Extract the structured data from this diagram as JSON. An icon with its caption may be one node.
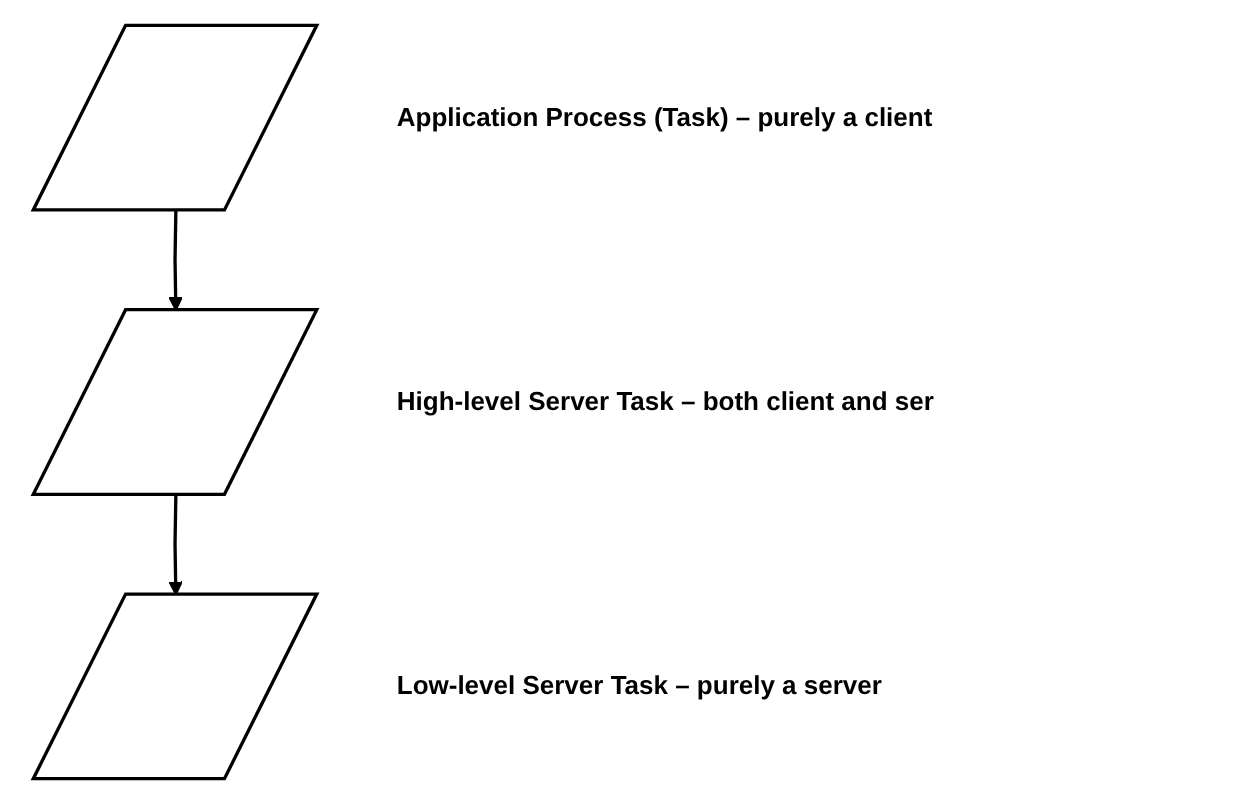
{
  "diagram": {
    "nodes": [
      {
        "text": [],
        "shape": "parallelogram",
        "beside": [
          "Application Process (Task)  –  purely a client"
        ]
      },
      {
        "text": [],
        "shape": "parallelogram",
        "beside": [
          "High-level Server Task  –  both client and ser"
        ]
      },
      {
        "text": [],
        "shape": "parallelogram",
        "beside": [
          "Low-level Server Task  –  purely a server"
        ]
      }
    ],
    "edges": [
      {
        "from": 0,
        "to": 1,
        "arrow": "to"
      },
      {
        "from": 1,
        "to": 2,
        "arrow": "to"
      }
    ]
  }
}
